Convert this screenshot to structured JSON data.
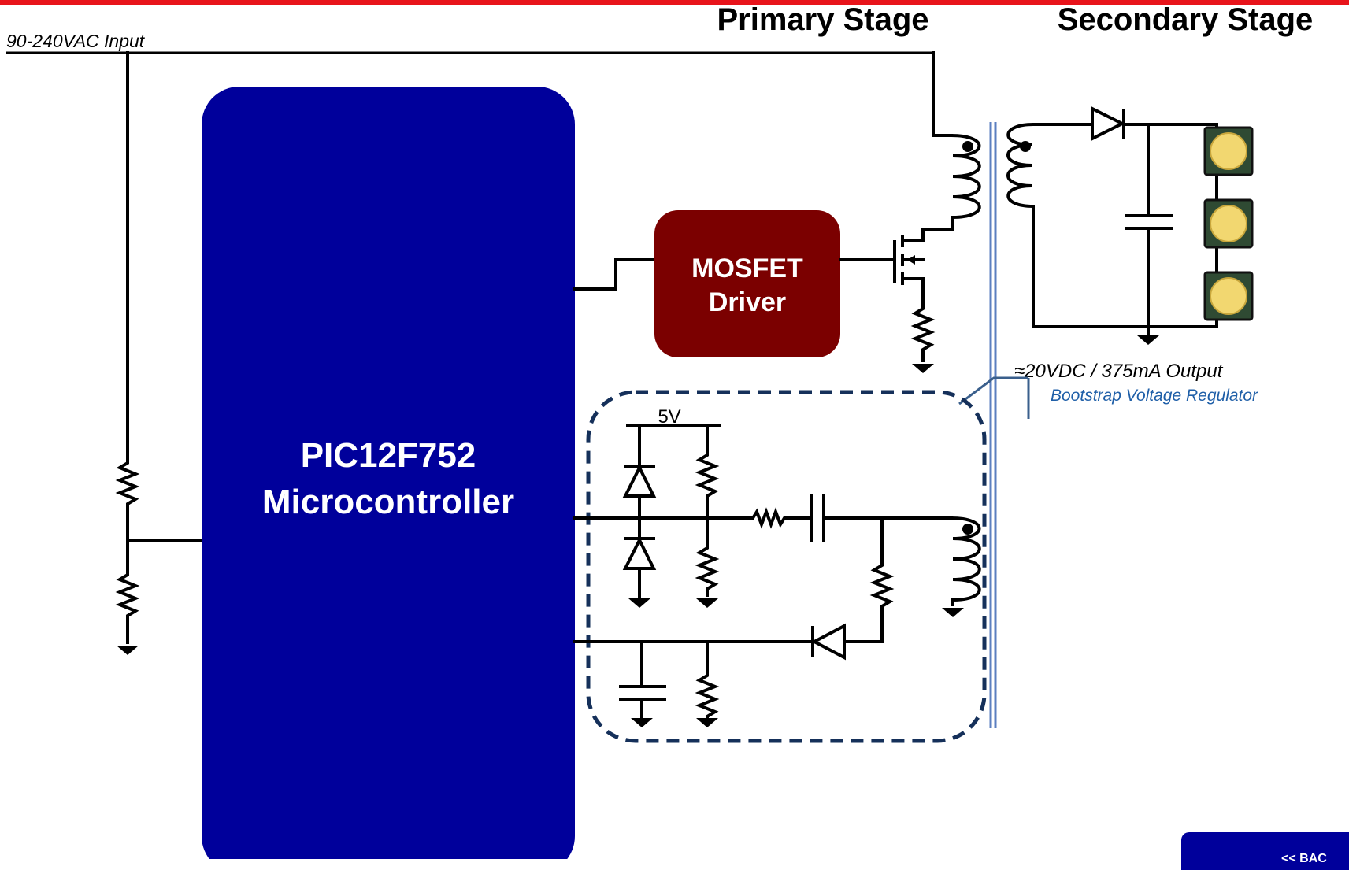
{
  "labels": {
    "input": "90-240VAC Input",
    "primary_stage": "Primary Stage",
    "secondary_stage": "Secondary Stage",
    "mcu_line1": "PIC12F752",
    "mcu_line2": "Microcontroller",
    "driver_line1": "MOSFET",
    "driver_line2": "Driver",
    "output": "≈20VDC / 375mA Output",
    "bootstrap": "Bootstrap Voltage Regulator",
    "rail": "5V"
  },
  "nav": {
    "back_label": "<< BAC"
  },
  "colors": {
    "top_rule": "#e8141b",
    "mcu": "#00009b",
    "driver": "#7b0000",
    "regulator_outline": "#15305a",
    "transformer_core": "#5b7fc0",
    "callout": "#1f5fa8",
    "led_body": "#2f4a33",
    "led_lens": "#f2d770"
  },
  "components": {
    "led_count": 3,
    "icons": [
      "resistor-icon",
      "diode-icon",
      "capacitor-icon",
      "inductor-icon",
      "mosfet-icon",
      "ground-icon",
      "led-icon",
      "transformer-core-icon"
    ]
  }
}
